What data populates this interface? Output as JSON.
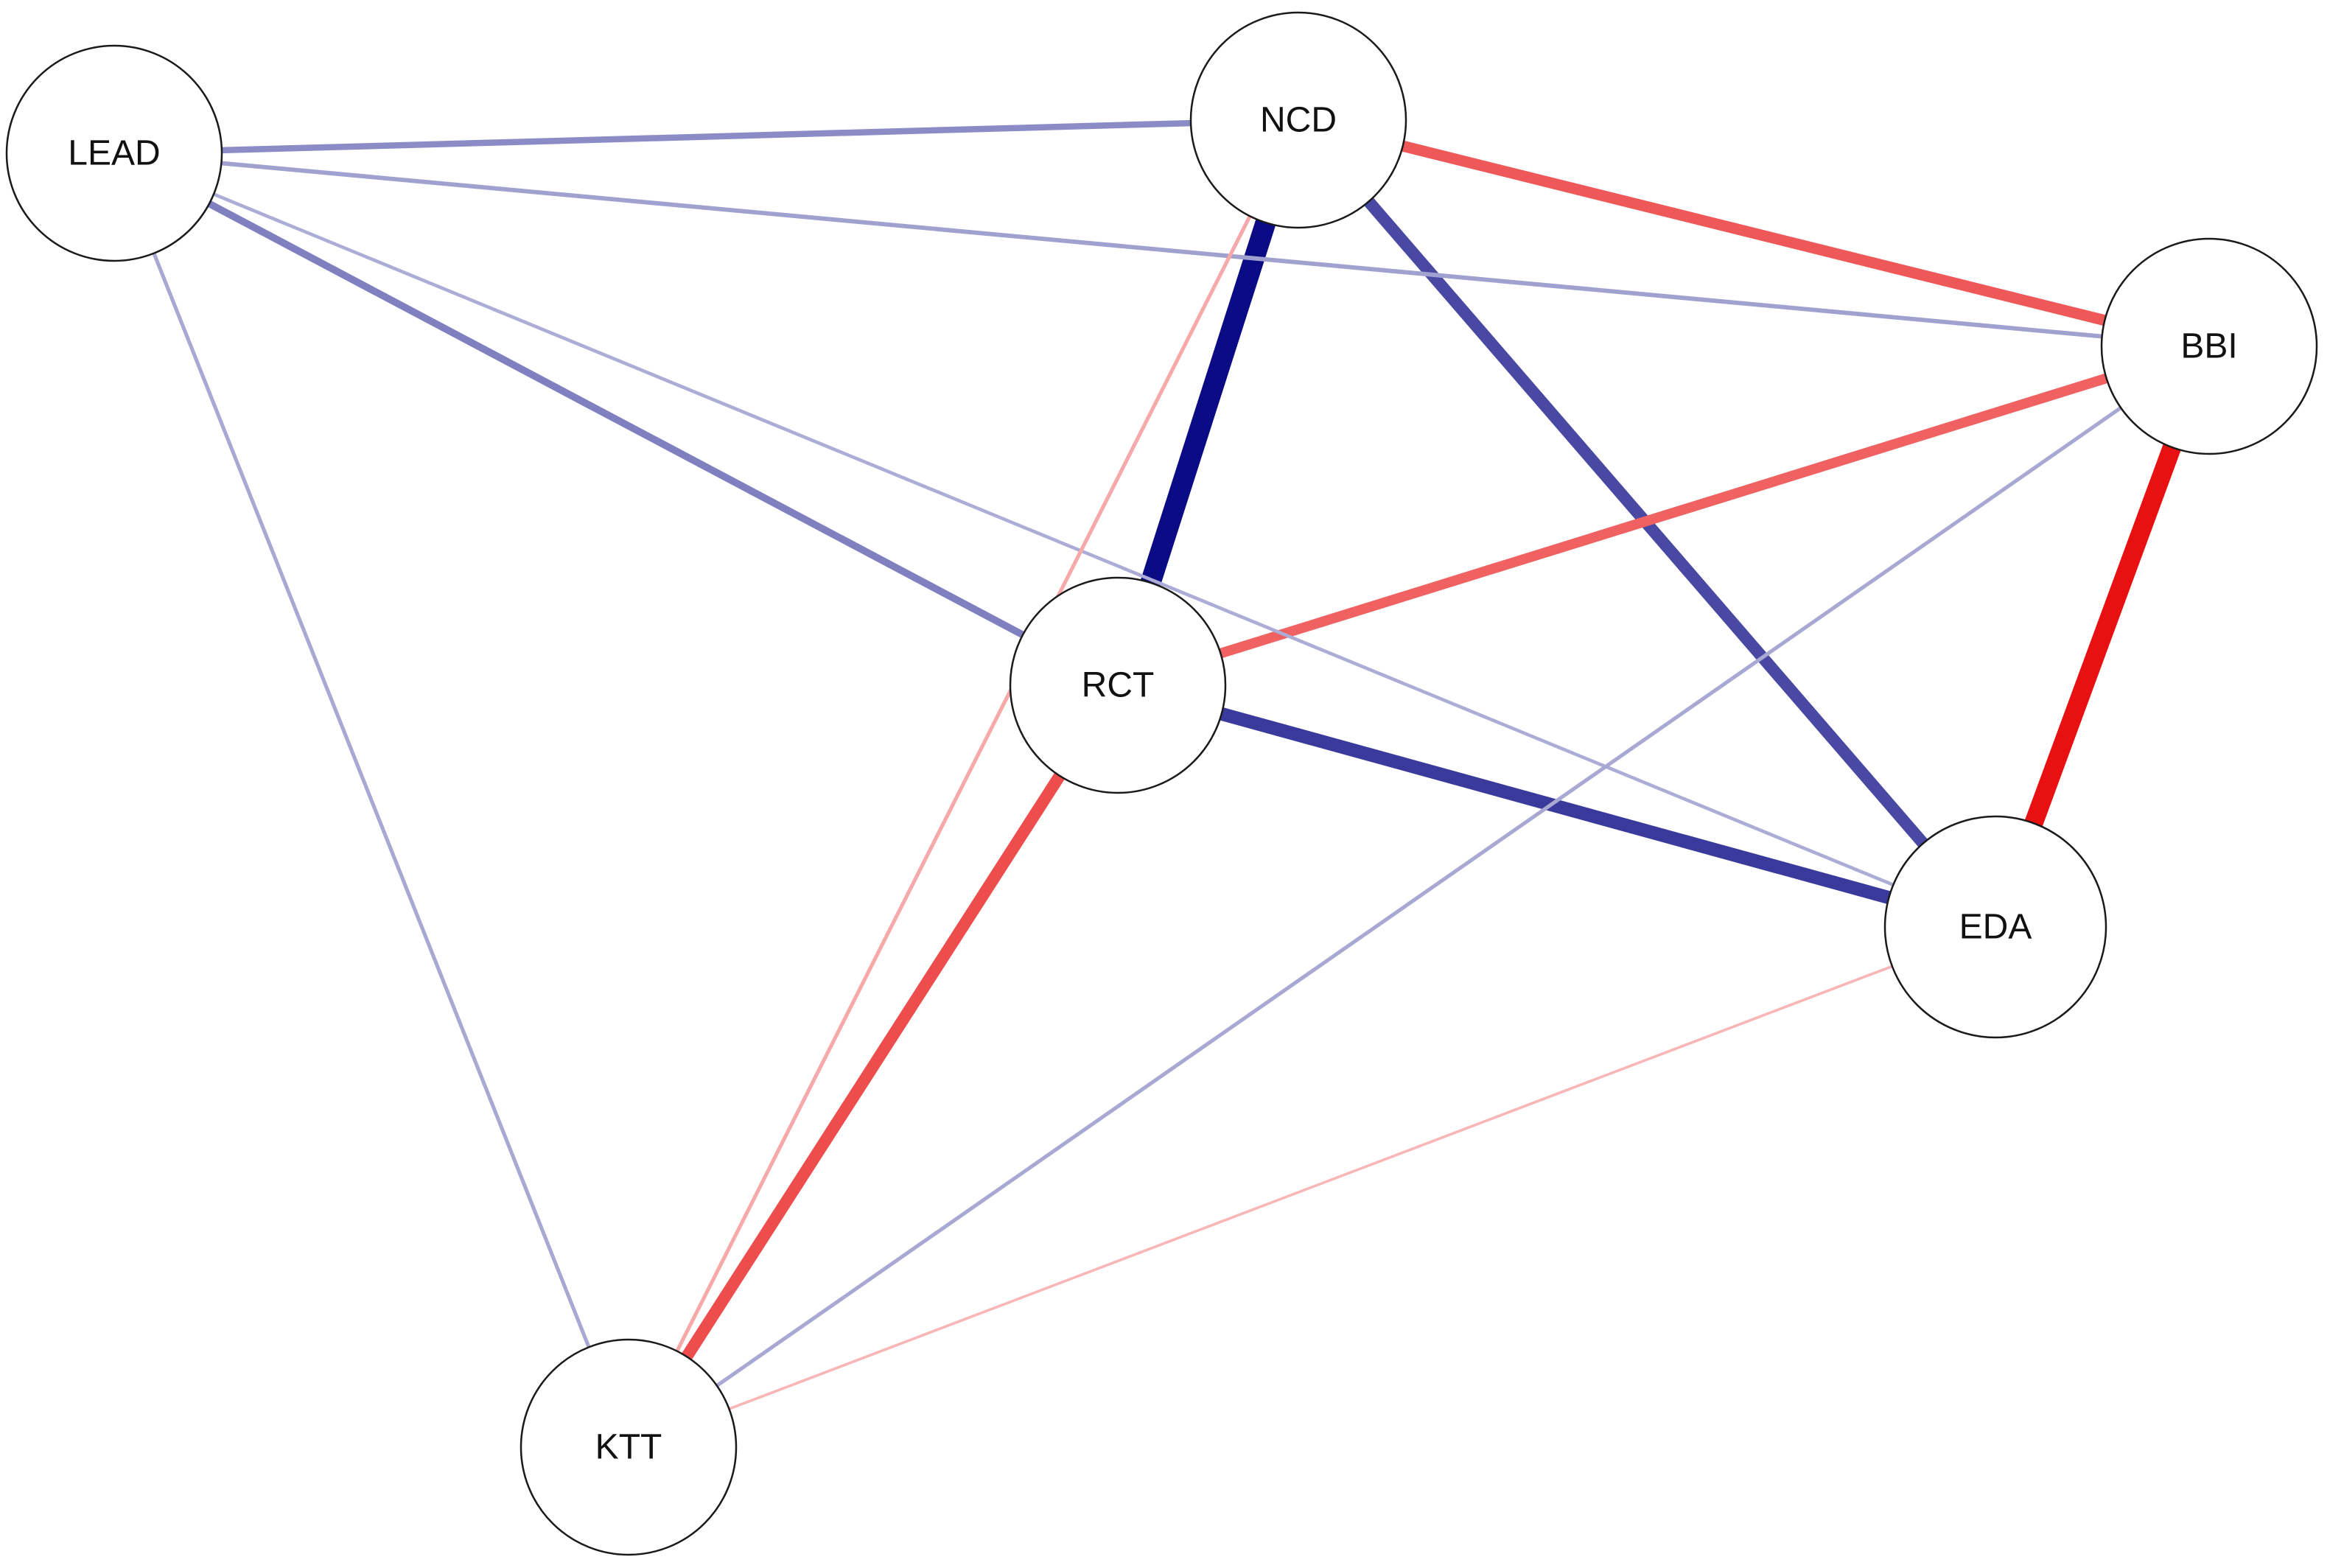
{
  "nodes": [
    {
      "id": "LEAD",
      "label": "LEAD"
    },
    {
      "id": "NCD",
      "label": "NCD"
    },
    {
      "id": "BBI",
      "label": "BBI"
    },
    {
      "id": "RCT",
      "label": "RCT"
    },
    {
      "id": "EDA",
      "label": "EDA"
    },
    {
      "id": "KTT",
      "label": "KTT"
    }
  ],
  "edges": [
    {
      "from": "NCD",
      "to": "RCT",
      "sign": "positive",
      "weight": 1.0
    },
    {
      "from": "BBI",
      "to": "EDA",
      "sign": "negative",
      "weight": 0.9
    },
    {
      "from": "RCT",
      "to": "EDA",
      "sign": "positive",
      "weight": 0.62
    },
    {
      "from": "NCD",
      "to": "EDA",
      "sign": "positive",
      "weight": 0.55
    },
    {
      "from": "NCD",
      "to": "BBI",
      "sign": "negative",
      "weight": 0.5
    },
    {
      "from": "RCT",
      "to": "BBI",
      "sign": "negative",
      "weight": 0.45
    },
    {
      "from": "RCT",
      "to": "KTT",
      "sign": "negative",
      "weight": 0.55
    },
    {
      "from": "LEAD",
      "to": "RCT",
      "sign": "positive",
      "weight": 0.3
    },
    {
      "from": "LEAD",
      "to": "NCD",
      "sign": "positive",
      "weight": 0.25
    },
    {
      "from": "LEAD",
      "to": "BBI",
      "sign": "positive",
      "weight": 0.15
    },
    {
      "from": "LEAD",
      "to": "EDA",
      "sign": "positive",
      "weight": 0.1
    },
    {
      "from": "LEAD",
      "to": "KTT",
      "sign": "positive",
      "weight": 0.12
    },
    {
      "from": "BBI",
      "to": "KTT",
      "sign": "positive",
      "weight": 0.12
    },
    {
      "from": "NCD",
      "to": "KTT",
      "sign": "negative",
      "weight": 0.12
    },
    {
      "from": "EDA",
      "to": "KTT",
      "sign": "negative",
      "weight": 0.06
    }
  ],
  "colors": {
    "positive": "#0b0b85",
    "negative": "#e81010",
    "node_fill": "#ffffff",
    "node_stroke": "#1a1a1a"
  }
}
